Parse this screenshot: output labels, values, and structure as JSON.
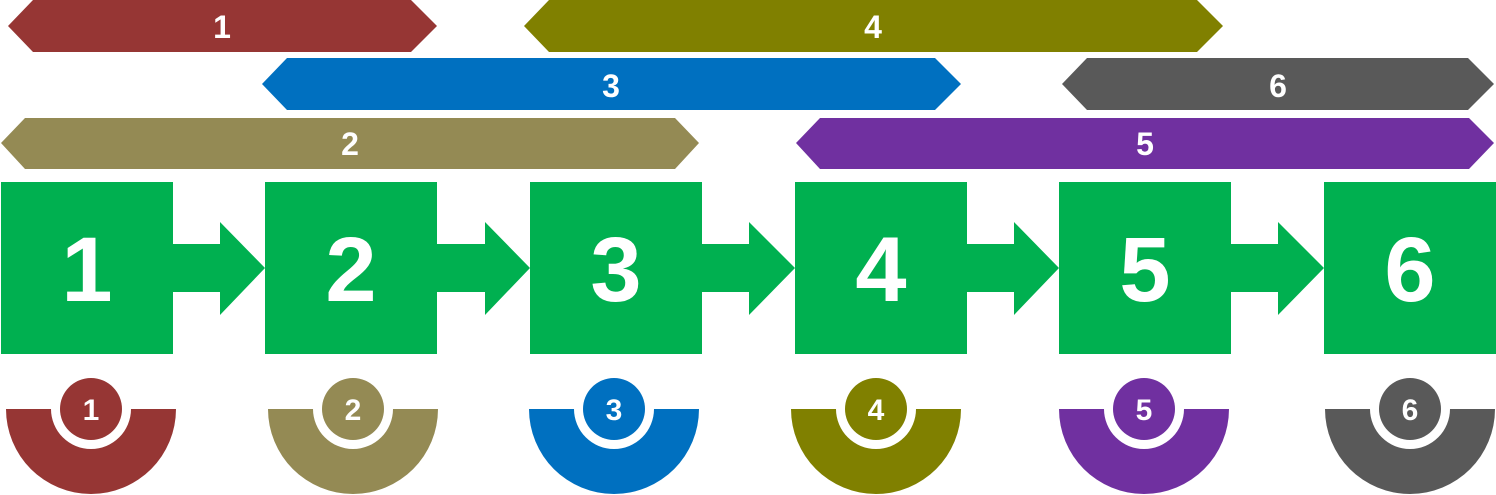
{
  "banners": [
    {
      "label": "1",
      "color": "#963634"
    },
    {
      "label": "4",
      "color": "#808000"
    },
    {
      "label": "3",
      "color": "#0070C0"
    },
    {
      "label": "6",
      "color": "#595959"
    },
    {
      "label": "2",
      "color": "#948A54"
    },
    {
      "label": "5",
      "color": "#7030A0"
    }
  ],
  "steps": [
    {
      "label": "1"
    },
    {
      "label": "2"
    },
    {
      "label": "3"
    },
    {
      "label": "4"
    },
    {
      "label": "5"
    },
    {
      "label": "6"
    }
  ],
  "step_color": "#00B050",
  "badges": [
    {
      "label": "1",
      "color": "#963634"
    },
    {
      "label": "2",
      "color": "#948A54"
    },
    {
      "label": "3",
      "color": "#0070C0"
    },
    {
      "label": "4",
      "color": "#808000"
    },
    {
      "label": "5",
      "color": "#7030A0"
    },
    {
      "label": "6",
      "color": "#595959"
    }
  ]
}
